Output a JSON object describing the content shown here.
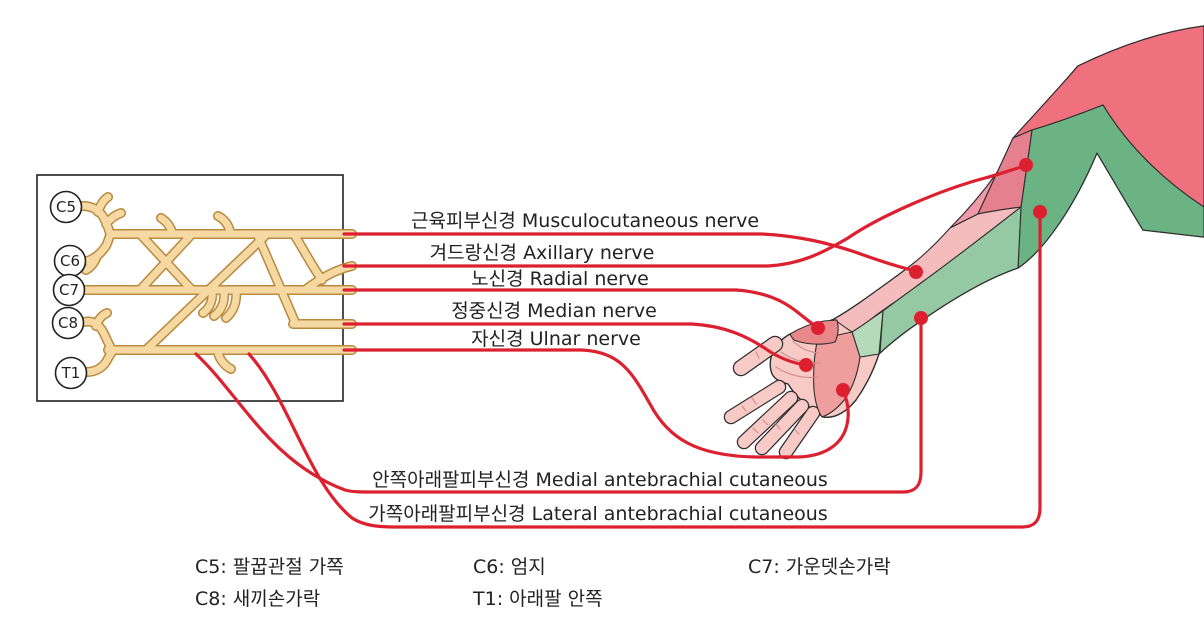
{
  "diagram": {
    "plexus_roots": [
      {
        "id": "C5"
      },
      {
        "id": "C6"
      },
      {
        "id": "C7"
      },
      {
        "id": "C8"
      },
      {
        "id": "T1"
      }
    ],
    "nerves": [
      {
        "label": "근육피부신경 Musculocutaneous nerve"
      },
      {
        "label": "겨드랑신경 Axillary nerve"
      },
      {
        "label": "노신경 Radial nerve"
      },
      {
        "label": "정중신경 Median nerve"
      },
      {
        "label": "자신경 Ulnar nerve"
      },
      {
        "label": "안쪽아래팔피부신경 Medial antebrachial cutaneous"
      },
      {
        "label": "가쪽아래팔피부신경 Lateral antebrachial cutaneous"
      }
    ],
    "legend": [
      {
        "text": "C5: 팔꿉관절 가쪽"
      },
      {
        "text": "C8: 새끼손가락"
      },
      {
        "text": "C6: 엄지"
      },
      {
        "text": "T1: 아래팔 안쪽"
      },
      {
        "text": "C7: 가운뎃손가락"
      }
    ],
    "colors": {
      "leader_red": "#dc202f",
      "nerve_yellow": "#f6d9a2",
      "nerve_outline": "#b9893d",
      "shoulder_red": "#ee717d",
      "arm_pink": "#f09aa8",
      "elbow_pink": "#e5808f",
      "forearm_pink": "#f5bcbe",
      "hand_pink": "#f8cac6",
      "hand_ulnar_pink": "#ee9e9c",
      "dorsal_patch_pink": "#e98888",
      "green_dark": "#6cb383",
      "green_light": "#95c9a3",
      "wrist_band_green": "#b5dab9"
    }
  }
}
